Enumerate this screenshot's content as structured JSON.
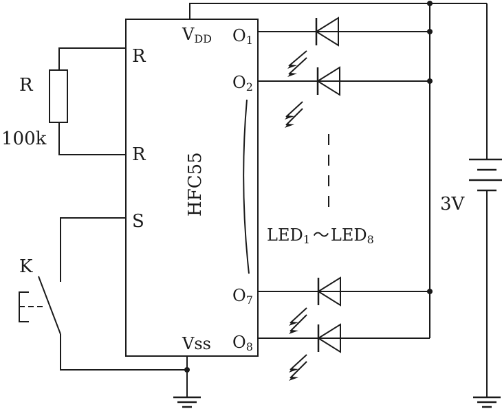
{
  "chip": {
    "name": "HFC55",
    "pins": {
      "vdd_main": "V",
      "vdd_sub": "DD",
      "vss": "Vss",
      "r_top": "R",
      "r_bottom": "R",
      "s": "S",
      "o1_main": "O",
      "o1_sub": "1",
      "o2_main": "O",
      "o2_sub": "2",
      "o7_main": "O",
      "o7_sub": "7",
      "o8_main": "O",
      "o8_sub": "8"
    }
  },
  "resistor": {
    "label": "R",
    "value": "100k"
  },
  "switch": {
    "label": "K"
  },
  "battery": {
    "label": "3V"
  },
  "leds": {
    "label_main": "LED",
    "label_sub1": "1",
    "label_sep": "～",
    "label_main2": "LED",
    "label_sub2": "8"
  }
}
